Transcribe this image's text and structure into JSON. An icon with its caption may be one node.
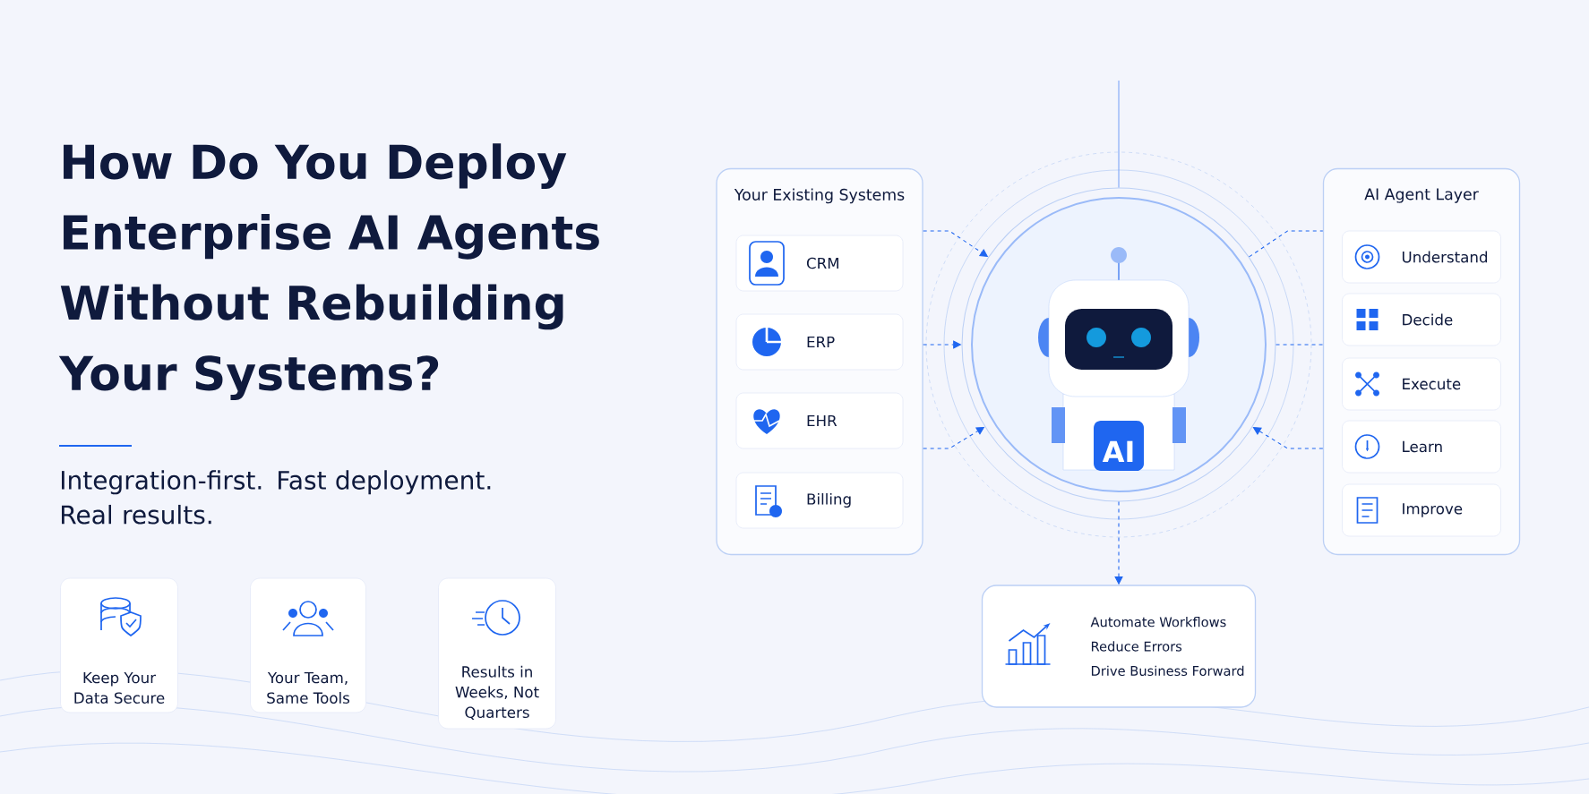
{
  "diagram": {
    "title": "How Do You Deploy Enterprise AI Agents Without Rebuilding Your Systems?",
    "nodes": [
      {
        "text": [
          "Your Existing Systems"
        ]
      },
      {
        "text": [
          "CRM"
        ],
        "in": 0
      },
      {
        "text": [
          "ERP"
        ],
        "in": 0
      },
      {
        "text": [
          "EHR"
        ],
        "in": 0
      },
      {
        "text": [
          "Billing"
        ],
        "in": 0
      },
      {
        "text": [
          "AI"
        ]
      },
      {
        "text": [
          "AI Agent Layer"
        ]
      },
      {
        "text": [
          "Understand"
        ],
        "in": 6
      },
      {
        "text": [
          "Decide"
        ],
        "in": 6
      },
      {
        "text": [
          "Execute"
        ],
        "in": 6
      },
      {
        "text": [
          "Learn"
        ],
        "in": 6
      },
      {
        "text": [
          "Improve"
        ],
        "in": 6
      },
      {
        "text": [
          "Automate Workflows",
          "Reduce Errors",
          "Drive Business Forward"
        ]
      },
      {
        "text": [
          "Keep Your Data Secure"
        ]
      },
      {
        "text": [
          "Your Team, Same Tools"
        ]
      },
      {
        "text": [
          "Results in Weeks, Not Quarters"
        ]
      }
    ],
    "edges": [
      {
        "from": 0,
        "to": 5,
        "arrow": "to",
        "style": "dashed"
      },
      {
        "from": 0,
        "to": 5,
        "arrow": "to",
        "style": "dashed"
      },
      {
        "from": 0,
        "to": 5,
        "arrow": "to",
        "style": "dashed"
      },
      {
        "from": 5,
        "to": 6,
        "arrow": "none",
        "style": "dashed"
      },
      {
        "from": 5,
        "to": 6,
        "arrow": "none",
        "style": "dashed"
      },
      {
        "from": 6,
        "to": 5,
        "arrow": "to",
        "style": "dashed"
      },
      {
        "from": 5,
        "to": 12,
        "arrow": "to",
        "style": "dashed"
      },
      {
        "from": null,
        "to": 5,
        "arrow": "none"
      }
    ],
    "labels": [
      "Integration-first. Fast deployment. Real results."
    ]
  }
}
